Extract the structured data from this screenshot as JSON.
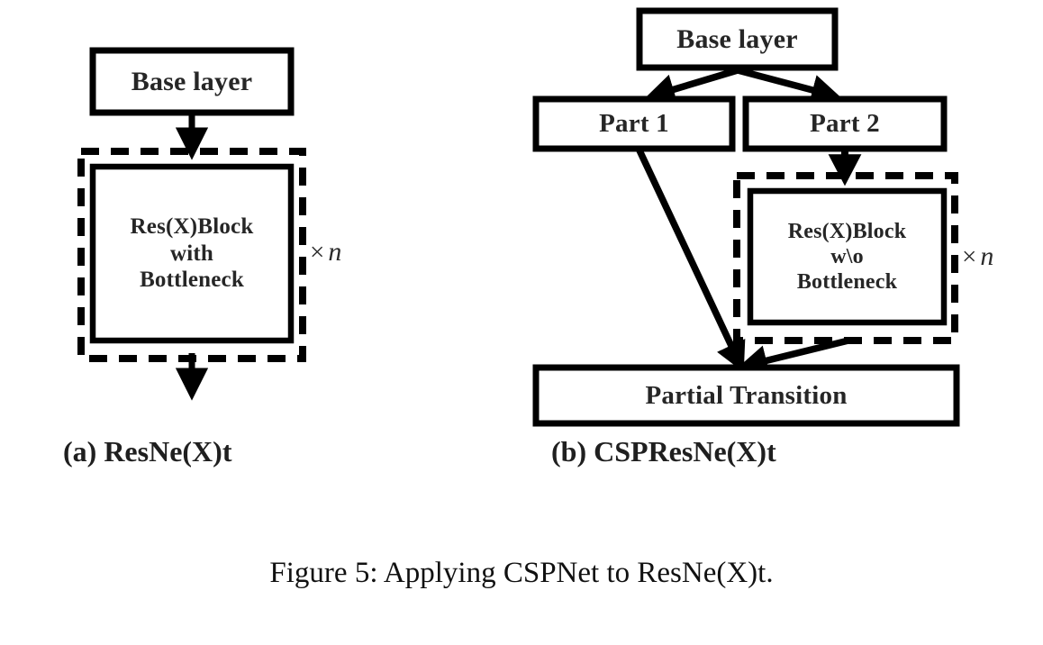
{
  "figure": {
    "caption": "Figure 5:  Applying CSPNet to ResNe(X)t.",
    "subcaption_a": "(a) ResNe(X)t",
    "subcaption_b": "(b) CSPResNe(X)t",
    "stroke_color": "#000000",
    "text_color": "#262626",
    "background_color": "#ffffff"
  },
  "diagram_a": {
    "title": "(a) ResNe(X)t",
    "nodes": {
      "base_layer": "Base layer",
      "res_block": "Res(X)Block\nwith\nBottleneck"
    },
    "repeat": {
      "symbol": "×",
      "count": "n"
    },
    "edges": [
      {
        "from": "base_layer",
        "to": "res_block",
        "style": "solid-arrow"
      },
      {
        "from": "res_block",
        "to": "output",
        "style": "solid-arrow"
      }
    ],
    "dashed_group": "res_block"
  },
  "diagram_b": {
    "title": "(b) CSPResNe(X)t",
    "nodes": {
      "base_layer": "Base layer",
      "part1": "Part 1",
      "part2": "Part 2",
      "res_block": "Res(X)Block\nw\\o\nBottleneck",
      "partial_transition": "Partial Transition"
    },
    "repeat": {
      "symbol": "×",
      "count": "n"
    },
    "edges": [
      {
        "from": "base_layer",
        "to": "part1",
        "style": "solid-arrow"
      },
      {
        "from": "base_layer",
        "to": "part2",
        "style": "solid-arrow"
      },
      {
        "from": "part2",
        "to": "res_block",
        "style": "solid-arrow"
      },
      {
        "from": "part1",
        "to": "partial_transition",
        "style": "solid-arrow"
      },
      {
        "from": "res_block",
        "to": "partial_transition",
        "style": "solid-arrow"
      }
    ],
    "dashed_group": "res_block"
  }
}
